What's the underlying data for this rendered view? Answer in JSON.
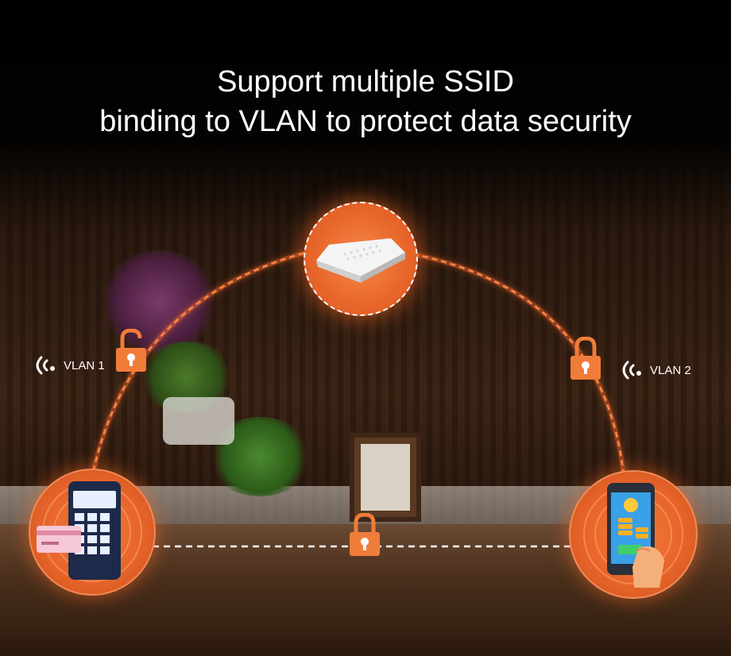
{
  "title": {
    "line1": "Support multiple SSID",
    "line2": "binding to VLAN to protect data security"
  },
  "vlan_left": {
    "label": "VLAN 1",
    "icon": "wifi-signal-icon"
  },
  "vlan_right": {
    "label": "VLAN 2",
    "icon": "wifi-signal-icon"
  },
  "colors": {
    "accent": "#e8652a",
    "lock": "#f07c3a",
    "dashed_link": "#ffffff"
  },
  "nodes": {
    "access_point": "access-point-icon",
    "pos_terminal": "pos-terminal-icon",
    "smartphone": "smartphone-payment-icon"
  }
}
